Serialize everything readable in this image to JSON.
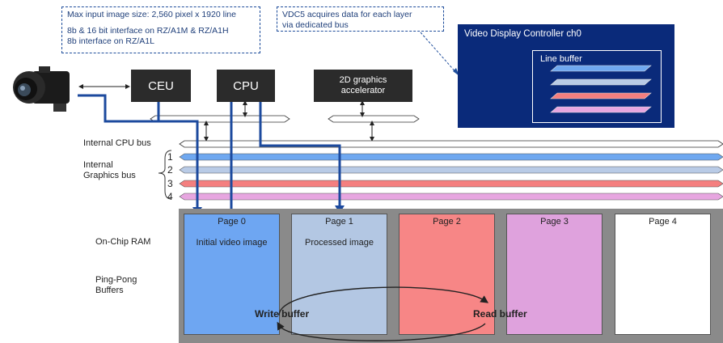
{
  "callouts": {
    "input_note_line1": "Max input image size: 2,560 pixel x 1920 line",
    "input_note_line2": "8b & 16 bit interface on RZ/A1M & RZ/A1H",
    "input_note_line3": "8b interface on RZ/A1L",
    "vdc_note_line1": "VDC5 acquires data for each layer",
    "vdc_note_line2": "via dedicated bus"
  },
  "blocks": {
    "ceu": "CEU",
    "cpu": "CPU",
    "gfx_line1": "2D graphics",
    "gfx_line2": "accelerator"
  },
  "vdc": {
    "title": "Video Display Controller ch0",
    "line_buffer": "Line buffer",
    "layer_colors": [
      "#6fa8f0",
      "#b9cbe6",
      "#f47f7f",
      "#e7a6e0"
    ]
  },
  "buses": {
    "cpu_bus_label": "Internal CPU bus",
    "graphics_bus_label_line1": "Internal",
    "graphics_bus_label_line2": "Graphics bus",
    "graphics_bus_numbers": [
      "1",
      "2",
      "3",
      "4"
    ],
    "graphics_bus_colors": [
      "#6fa8f0",
      "#b9cbe6",
      "#f47f7f",
      "#e7a6e0"
    ]
  },
  "memory": {
    "onchip_label": "On-Chip RAM",
    "pingpong_line1": "Ping-Pong",
    "pingpong_line2": "Buffers",
    "pages": [
      {
        "title": "Page 0",
        "desc": "Initial video image",
        "color": "#6ea6f2"
      },
      {
        "title": "Page 1",
        "desc": "Processed image",
        "color": "#b3c7e3"
      },
      {
        "title": "Page 2",
        "desc": "",
        "color": "#f78686"
      },
      {
        "title": "Page 3",
        "desc": "",
        "color": "#dfa2dd"
      },
      {
        "title": "Page 4",
        "desc": "",
        "color": "#ffffff"
      }
    ],
    "write_buffer": "Write buffer",
    "read_buffer": "Read buffer"
  },
  "colors": {
    "data_path": "#1c4a9e",
    "vdc_bg": "#0a2a7a",
    "ram_bg": "#8a8a8a"
  }
}
